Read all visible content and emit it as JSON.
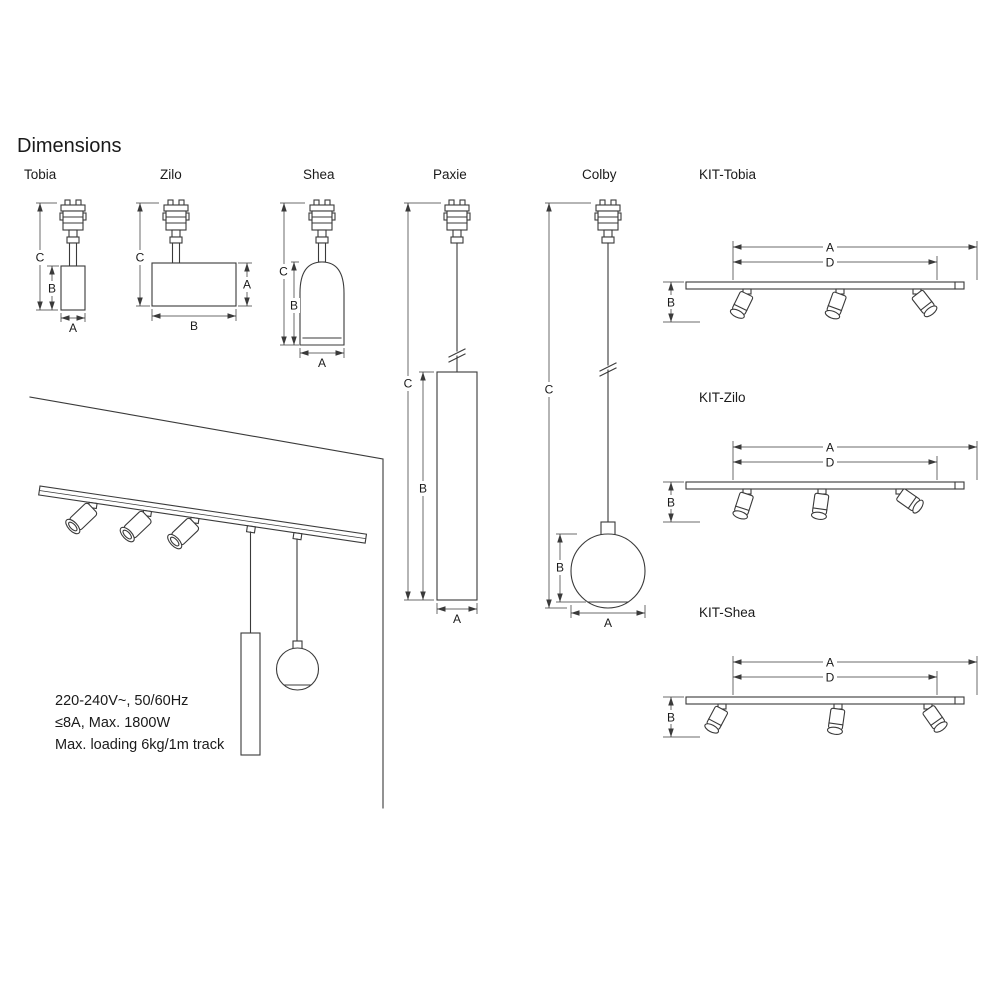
{
  "title": "Dimensions",
  "products": [
    {
      "name": "Tobia",
      "dim_a": "A",
      "dim_b": "B",
      "dim_c": "C"
    },
    {
      "name": "Zilo",
      "dim_a": "A",
      "dim_b": "B",
      "dim_c": "C"
    },
    {
      "name": "Shea",
      "dim_a": "A",
      "dim_b": "B",
      "dim_c": "C"
    },
    {
      "name": "Paxie",
      "dim_a": "A",
      "dim_b": "B",
      "dim_c": "C"
    },
    {
      "name": "Colby",
      "dim_a": "A",
      "dim_b": "B",
      "dim_c": "C"
    }
  ],
  "kits": [
    {
      "name": "KIT-Tobia",
      "dim_a": "A",
      "dim_d": "D",
      "dim_b": "B"
    },
    {
      "name": "KIT-Zilo",
      "dim_a": "A",
      "dim_d": "D",
      "dim_b": "B"
    },
    {
      "name": "KIT-Shea",
      "dim_a": "A",
      "dim_d": "D",
      "dim_b": "B"
    }
  ],
  "specs": {
    "line1": "220-240V~, 50/60Hz",
    "line2": "≤8A, Max. 1800W",
    "line3": "Max. loading 6kg/1m track"
  },
  "colors": {
    "line": "#3a3a3a",
    "text": "#1a1a1a",
    "background": "#ffffff"
  }
}
